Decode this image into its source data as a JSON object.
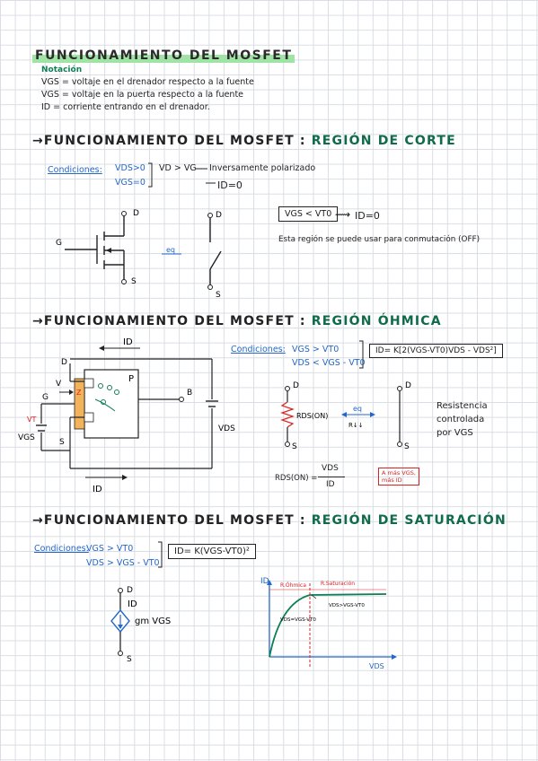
{
  "title": "FUNCIONAMIENTO DEL MOSFET",
  "notation": {
    "heading": "Notación",
    "lines": [
      "VGS = voltaje en el drenador respecto a la fuente",
      "VGS = voltaje en la puerta respecto a la fuente",
      "ID = corriente entrando en el drenador."
    ]
  },
  "sections": {
    "corte": {
      "prefix": "→FUNCIONAMIENTO DEL MOSFET :",
      "region": "REGIÓN DE CORTE",
      "conditions_label": "Condiciones:",
      "conditions": [
        "VDS>0",
        "VGS=0"
      ],
      "arrow_cond": "VD > VG",
      "result1": "Inversamente polarizado",
      "result2": "ID=0",
      "box": "VGS < VT0",
      "box_result": "ID=0",
      "note": "Esta región se puede usar para conmutación (OFF)",
      "labels": {
        "d": "D",
        "g": "G",
        "s": "S",
        "eq": "eq"
      }
    },
    "ohmica": {
      "prefix": "→FUNCIONAMIENTO DEL MOSFET :",
      "region": "REGIÓN ÓHMICA",
      "conditions_label": "Condiciones:",
      "conditions": [
        "VGS > VT0",
        "VDS < VGS - VT0"
      ],
      "formula": "ID= K[2(VGS-VT0)VDS - VDS²]",
      "labels": {
        "id": "ID",
        "d": "D",
        "g": "G",
        "s": "S",
        "b": "B",
        "p": "P",
        "v": "V",
        "vds": "VDS",
        "vgs": "VGS",
        "vt": "VT",
        "z": "Z"
      },
      "rds": "RDS(ON)",
      "eq": "eq",
      "rll": "R↓↓",
      "resist": [
        "Resistencia",
        "controlada",
        "por VGS"
      ],
      "rds_formula_left": "RDS(ON) =",
      "rds_num": "VDS",
      "rds_den": "ID",
      "note_red": [
        "A más VGS,",
        "más ID"
      ],
      "id_bottom": "ID"
    },
    "saturacion": {
      "prefix": "→FUNCIONAMIENTO DEL MOSFET :",
      "region": "REGIÓN DE SATURACIÓN",
      "conditions_label": "Condiciones:",
      "conditions": [
        "VGS > VT0",
        "VDS > VGS - VT0"
      ],
      "formula": "ID= K(VGS-VT0)²",
      "labels": {
        "d": "D",
        "s": "S",
        "id": "ID",
        "gm": "gm VGS"
      },
      "graph": {
        "y_label": "ID",
        "x_label": "VDS",
        "region_ohmica": "R.Óhmica",
        "region_sat": "R.Saturación",
        "left_note": "VDS=VGS-VT0",
        "right_note": "VDS>VGS-VT0"
      }
    }
  },
  "colors": {
    "green": "#0f6b4a",
    "blue": "#2467c9",
    "red": "#dd2222",
    "highlight": "#9fe3a5"
  }
}
